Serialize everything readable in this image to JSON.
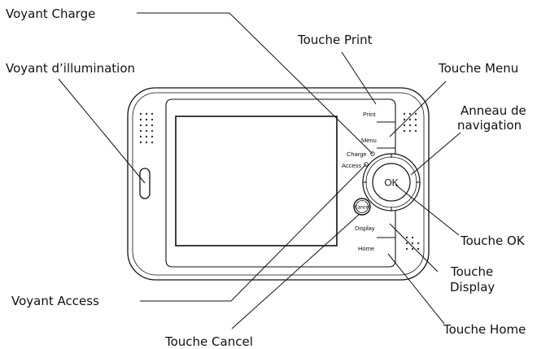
{
  "callouts": {
    "voyant_charge": "Voyant Charge",
    "touche_print": "Touche Print",
    "voyant_illumination": "Voyant d’illumination",
    "touche_menu": "Touche Menu",
    "anneau_line1": "Anneau de",
    "anneau_line2": "navigation",
    "touche_ok": "Touche OK",
    "touche_display_line1": "Touche",
    "touche_display_line2": "Display",
    "voyant_access": "Voyant Access",
    "touche_home": "Touche Home",
    "touche_cancel": "Touche Cancel"
  },
  "device": {
    "print_label": "Print",
    "menu_label": "Menu",
    "charge_label": "Charge",
    "access_label": "Access",
    "ok_label": "OK",
    "cancel_label": "Cancel",
    "display_label": "Display",
    "home_label": "Home"
  }
}
